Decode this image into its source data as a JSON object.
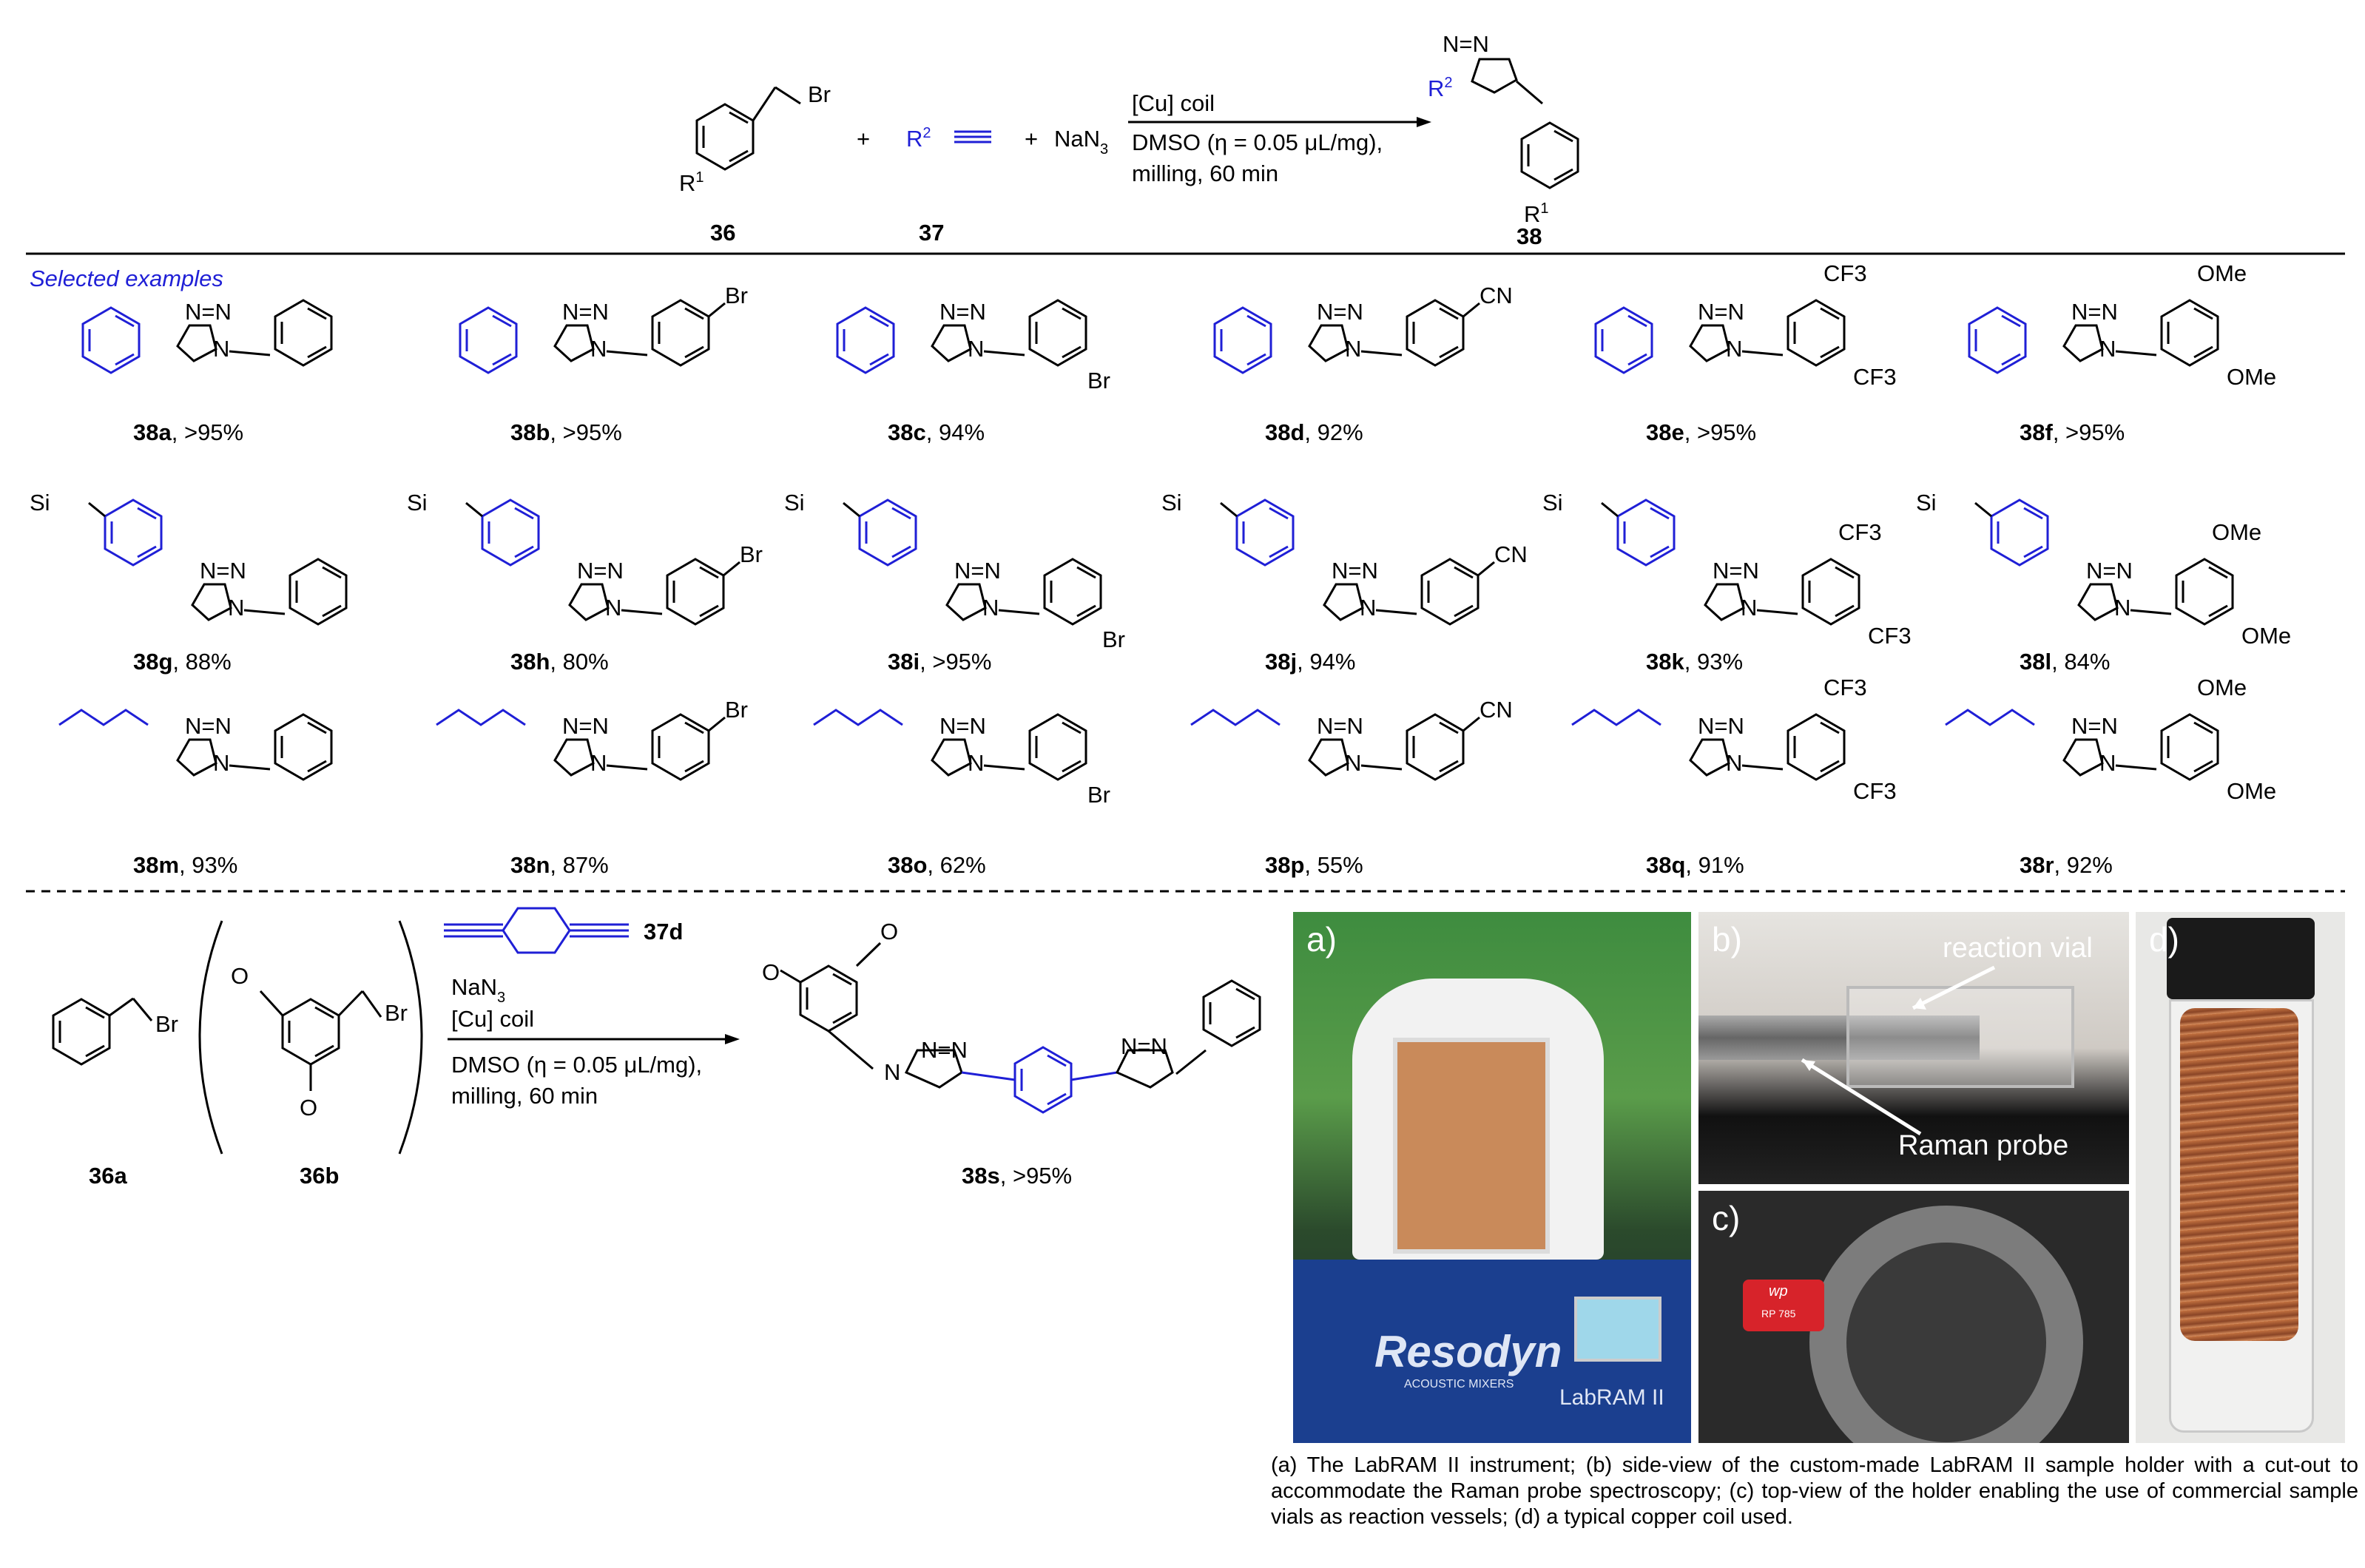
{
  "top_scheme": {
    "reactant_a": "36",
    "reactant_b": "37",
    "product": "38",
    "reagent": "NaN",
    "reagent_sub": "3",
    "conditions": [
      "[Cu] coil",
      "DMSO (η = 0.05 μL/mg),",
      "milling, 60 min"
    ],
    "br": "Br"
  },
  "section_label": "Selected examples",
  "examples": [
    {
      "id": "38a",
      "yield": ", >95%"
    },
    {
      "id": "38b",
      "yield": ", >95%"
    },
    {
      "id": "38c",
      "yield": ", 94%"
    },
    {
      "id": "38d",
      "yield": ", 92%"
    },
    {
      "id": "38e",
      "yield": ", >95%"
    },
    {
      "id": "38f",
      "yield": ", >95%"
    },
    {
      "id": "38g",
      "yield": ", 88%"
    },
    {
      "id": "38h",
      "yield": ", 80%"
    },
    {
      "id": "38i",
      "yield": ", >95%"
    },
    {
      "id": "38j",
      "yield": ", 94%"
    },
    {
      "id": "38k",
      "yield": ", 93%"
    },
    {
      "id": "38l",
      "yield": ", 84%"
    },
    {
      "id": "38m",
      "yield": ", 93%"
    },
    {
      "id": "38n",
      "yield": ", 87%"
    },
    {
      "id": "38o",
      "yield": ", 62%"
    },
    {
      "id": "38p",
      "yield": ", 55%"
    },
    {
      "id": "38q",
      "yield": ", 91%"
    },
    {
      "id": "38r",
      "yield": ", 92%"
    }
  ],
  "bottom_scheme": {
    "reactant_a": "36a",
    "reactant_b": "36b",
    "alkyne": "37d",
    "reagent": "NaN",
    "reagent_sub": "3",
    "conditions": [
      "[Cu] coil",
      "DMSO (η = 0.05 μL/mg),",
      "milling, 60 min"
    ],
    "product": "38s",
    "yield": ", >95%"
  },
  "photos": {
    "a": "a)",
    "b": "b)",
    "c": "c)",
    "d": "d)",
    "instrument_brand": "Resodyn",
    "instrument_sub": "ACOUSTIC MIXERS",
    "instrument_model": "LabRAM II",
    "callout_vial": "reaction vial",
    "callout_probe": "Raman probe",
    "probe_tag": "wp",
    "probe_code": "RP 785"
  },
  "caption": "(a) The LabRAM II instrument; (b) side-view of the custom-made LabRAM II sample holder with a cut-out to accommodate the Raman probe spectroscopy; (c) top-view of the holder enabling the use of commercial sample vials as reaction vessels; (d) a typical copper coil used.",
  "colors": {
    "accent_blue": "#1f1fd6",
    "copper": "#b5653c"
  }
}
